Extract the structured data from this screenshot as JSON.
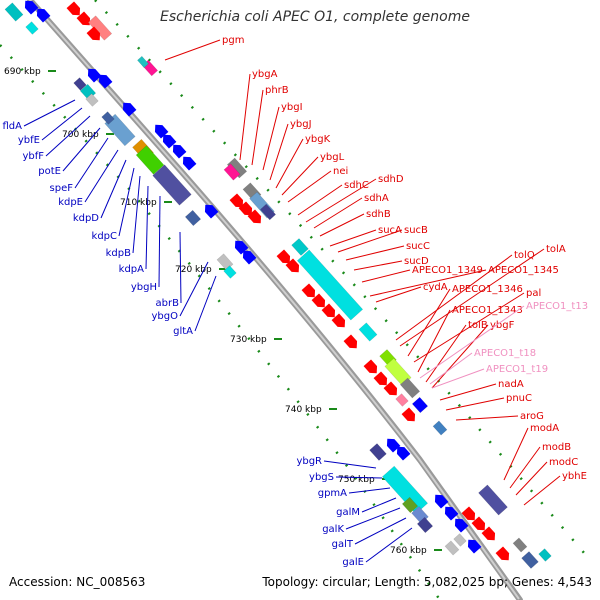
{
  "title": "Escherichia coli APEC O1, complete genome",
  "accession": "Accession: NC_008563",
  "summary": "Topology: circular; Length: 5,082,025 bp; Genes: 4,543",
  "colors": {
    "backbone": "#8c8c8c",
    "forward_label": "#e00000",
    "reverse_label": "#0000c0",
    "trna_label": "#f090c0",
    "tick": "#1a8a1a"
  },
  "ticks": [
    "690 kbp",
    "700 kbp",
    "710 kbp",
    "720 kbp",
    "730 kbp",
    "740 kbp",
    "750 kbp",
    "760 kbp"
  ],
  "forward_labels": [
    "pgm",
    "ybgA",
    "phrB",
    "ybgI",
    "ybgJ",
    "ybgK",
    "ybgL",
    "nei",
    "sdhC",
    "sdhD",
    "sdhA",
    "sdhB",
    "sucA",
    "sucB",
    "sucC",
    "sucD",
    "APECO1_1349",
    "APECO1_1345",
    "tolQ",
    "tolA",
    "cydA",
    "APECO1_1346",
    "pal",
    "APECO1_1343",
    "tolB",
    "ybgF",
    "nadA",
    "pnuC",
    "aroG",
    "modA",
    "modB",
    "modC",
    "ybhE"
  ],
  "trna_labels": [
    "APECO1_t13",
    "APECO1_t18",
    "APECO1_t19"
  ],
  "reverse_labels": [
    "fldA",
    "ybfE",
    "ybfF",
    "potE",
    "speF",
    "kdpE",
    "kdpD",
    "kdpC",
    "kdpB",
    "kdpA",
    "ybgH",
    "abrB",
    "ybgO",
    "gltA",
    "ybgR",
    "ybgS",
    "gpmA",
    "galM",
    "galK",
    "galT",
    "galE"
  ]
}
